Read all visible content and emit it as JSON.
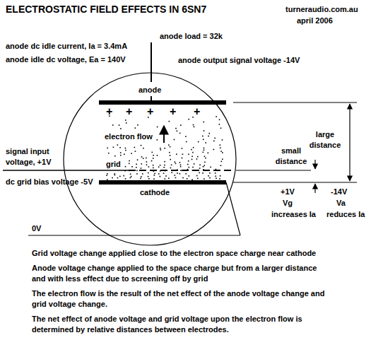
{
  "diagram": {
    "title": "ELECTROSTATIC FIELD EFFECTS IN 6SN7",
    "labels": [
      "turneraudio.com.au",
      "april 2006",
      "anode load = 32k",
      "anode dc idle current, Ia = 3.4mA",
      "anode idle dc voltage, Ea = 140V",
      "anode output signal voltage -14V",
      "anode",
      "+",
      "+",
      "+",
      "+",
      "+",
      "electron flow",
      "large distance",
      "small distance",
      "signal input voltage, +1V",
      "grid",
      "dc grid bias voltage -5V",
      "+1V",
      "-14V",
      "Vg",
      "Va",
      "increases Ia",
      "reduces Ia",
      "cathode",
      "0V",
      "Grid voltage change applied close to the electron space charge near cathode",
      "Anode voltage change applied to the space charge but from a larger distance and with less effect due to screening off by grid",
      "The electron flow is the result of the net effect of the anode voltage change and grid voltage change.",
      "The net effect of anode voltage and grid voltage upon the electron flow is determined by relative distances between electrodes."
    ]
  }
}
